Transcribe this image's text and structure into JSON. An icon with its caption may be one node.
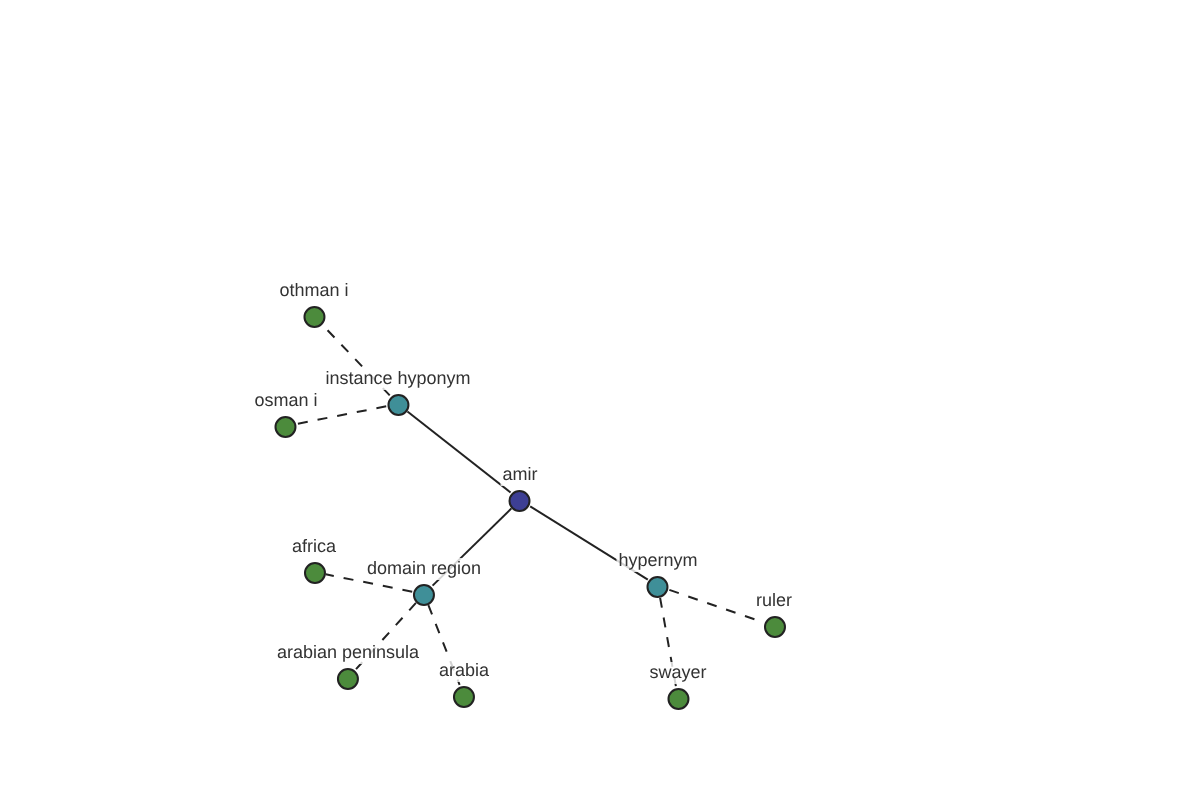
{
  "diagram": {
    "nodes": [
      {
        "text": [
          "othman i"
        ]
      },
      {
        "text": [
          "instance hyponym"
        ]
      },
      {
        "text": [
          "osman i"
        ]
      },
      {
        "text": [
          "amir"
        ]
      },
      {
        "text": [
          "africa"
        ]
      },
      {
        "text": [
          "domain region"
        ]
      },
      {
        "text": [
          "hypernym"
        ]
      },
      {
        "text": [
          "ruler"
        ]
      },
      {
        "text": [
          "arabian peninsula"
        ]
      },
      {
        "text": [
          "arabia"
        ]
      },
      {
        "text": [
          "swayer"
        ]
      }
    ],
    "edges": [
      {
        "from": 3,
        "to": 1,
        "arrow": "none"
      },
      {
        "from": 1,
        "to": 0,
        "arrow": "none",
        "style": "dashed"
      },
      {
        "from": 1,
        "to": 2,
        "arrow": "none",
        "style": "dashed"
      },
      {
        "from": 3,
        "to": 5,
        "arrow": "none"
      },
      {
        "from": 5,
        "to": 4,
        "arrow": "none",
        "style": "dashed"
      },
      {
        "from": 5,
        "to": 8,
        "arrow": "none",
        "style": "dashed"
      },
      {
        "from": 5,
        "to": 9,
        "arrow": "none",
        "style": "dashed"
      },
      {
        "from": 3,
        "to": 6,
        "arrow": "none"
      },
      {
        "from": 6,
        "to": 10,
        "arrow": "none",
        "style": "dashed"
      },
      {
        "from": 6,
        "to": 7,
        "arrow": "none",
        "style": "dashed"
      }
    ]
  }
}
